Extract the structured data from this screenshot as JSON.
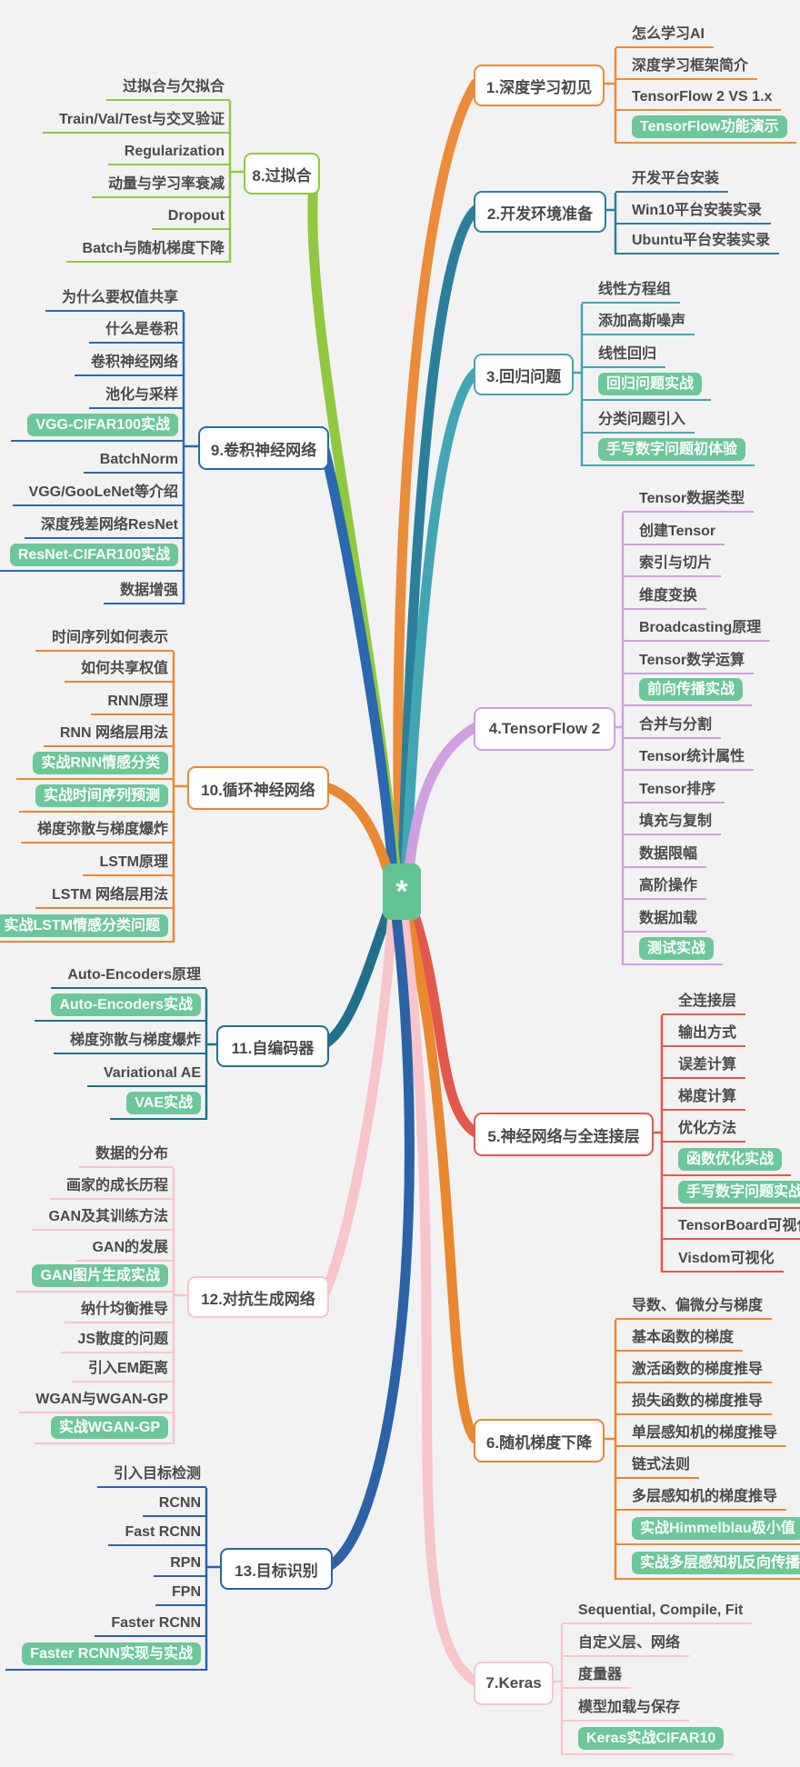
{
  "background_color": "#f2f2f2",
  "highlight_color": "#6cc79b",
  "text_color": "#4a4a4a",
  "center": {
    "label": "*",
    "color": "#62c392"
  },
  "branches": [
    {
      "label": "1.深度学习初见",
      "color": "#ea8c3a",
      "side": "right",
      "leaves": [
        {
          "label": "怎么学习AI"
        },
        {
          "label": "深度学习框架简介"
        },
        {
          "label": "TensorFlow 2 VS 1.x"
        },
        {
          "label": "TensorFlow功能演示",
          "highlight": true
        }
      ]
    },
    {
      "label": "2.开发环境准备",
      "color": "#2c7f9b",
      "side": "right",
      "leaves": [
        {
          "label": "开发平台安装"
        },
        {
          "label": "Win10平台安装实录"
        },
        {
          "label": "Ubuntu平台安装实录"
        }
      ]
    },
    {
      "label": "3.回归问题",
      "color": "#43a5b4",
      "side": "right",
      "leaves": [
        {
          "label": "线性方程组"
        },
        {
          "label": "添加高斯噪声"
        },
        {
          "label": "线性回归"
        },
        {
          "label": "回归问题实战",
          "highlight": true
        },
        {
          "label": "分类问题引入"
        },
        {
          "label": "手写数字问题初体验",
          "highlight": true
        }
      ]
    },
    {
      "label": "4.TensorFlow 2",
      "color": "#cfa0e0",
      "side": "right",
      "leaves": [
        {
          "label": "Tensor数据类型"
        },
        {
          "label": "创建Tensor"
        },
        {
          "label": "索引与切片"
        },
        {
          "label": "维度变换"
        },
        {
          "label": "Broadcasting原理"
        },
        {
          "label": "Tensor数学运算"
        },
        {
          "label": "前向传播实战",
          "highlight": true
        },
        {
          "label": "合并与分割"
        },
        {
          "label": "Tensor统计属性"
        },
        {
          "label": "Tensor排序"
        },
        {
          "label": "填充与复制"
        },
        {
          "label": "数据限幅"
        },
        {
          "label": "高阶操作"
        },
        {
          "label": "数据加载"
        },
        {
          "label": "测试实战",
          "highlight": true
        }
      ]
    },
    {
      "label": "5.神经网络与全连接层",
      "color": "#e2594c",
      "side": "right",
      "leaves": [
        {
          "label": "全连接层"
        },
        {
          "label": "输出方式"
        },
        {
          "label": "误差计算"
        },
        {
          "label": "梯度计算"
        },
        {
          "label": "优化方法"
        },
        {
          "label": "函数优化实战",
          "highlight": true
        },
        {
          "label": "手写数字问题实战",
          "highlight": true
        },
        {
          "label": "TensorBoard可视化"
        },
        {
          "label": "Visdom可视化"
        }
      ]
    },
    {
      "label": "6.随机梯度下降",
      "color": "#e9882f",
      "side": "right",
      "leaves": [
        {
          "label": "导数、偏微分与梯度"
        },
        {
          "label": "基本函数的梯度"
        },
        {
          "label": "激活函数的梯度推导"
        },
        {
          "label": "损失函数的梯度推导"
        },
        {
          "label": "单层感知机的梯度推导"
        },
        {
          "label": "链式法则"
        },
        {
          "label": "多层感知机的梯度推导"
        },
        {
          "label": "实战Himmelblau极小值",
          "highlight": true
        },
        {
          "label": "实战多层感知机反向传播",
          "highlight": true
        }
      ]
    },
    {
      "label": "7.Keras",
      "color": "#f7c5ca",
      "side": "right",
      "leaves": [
        {
          "label": "Sequential, Compile, Fit"
        },
        {
          "label": "自定义层、网络"
        },
        {
          "label": "度量器"
        },
        {
          "label": "模型加载与保存"
        },
        {
          "label": "Keras实战CIFAR10",
          "highlight": true
        }
      ]
    },
    {
      "label": "8.过拟合",
      "color": "#90c93f",
      "side": "left",
      "leaves": [
        {
          "label": "过拟合与欠拟合"
        },
        {
          "label": "Train/Val/Test与交叉验证"
        },
        {
          "label": "Regularization"
        },
        {
          "label": "动量与学习率衰减"
        },
        {
          "label": "Dropout"
        },
        {
          "label": "Batch与随机梯度下降"
        }
      ]
    },
    {
      "label": "9.卷积神经网络",
      "color": "#2a68af",
      "side": "left",
      "leaves": [
        {
          "label": "为什么要权值共享"
        },
        {
          "label": "什么是卷积"
        },
        {
          "label": "卷积神经网络"
        },
        {
          "label": "池化与采样"
        },
        {
          "label": "VGG-CIFAR100实战",
          "highlight": true
        },
        {
          "label": "BatchNorm"
        },
        {
          "label": "VGG/GooLeNet等介绍"
        },
        {
          "label": "深度残差网络ResNet"
        },
        {
          "label": "ResNet-CIFAR100实战",
          "highlight": true
        },
        {
          "label": "数据增强"
        }
      ]
    },
    {
      "label": "10.循环神经网络",
      "color": "#e9882f",
      "side": "left",
      "leaves": [
        {
          "label": "时间序列如何表示"
        },
        {
          "label": "如何共享权值"
        },
        {
          "label": "RNN原理"
        },
        {
          "label": "RNN 网络层用法"
        },
        {
          "label": "实战RNN情感分类",
          "highlight": true
        },
        {
          "label": "实战时间序列预测",
          "highlight": true
        },
        {
          "label": "梯度弥散与梯度爆炸"
        },
        {
          "label": "LSTM原理"
        },
        {
          "label": "LSTM 网络层用法"
        },
        {
          "label": "实战LSTM情感分类问题",
          "highlight": true
        }
      ]
    },
    {
      "label": "11.自编码器",
      "color": "#20708d",
      "side": "left",
      "leaves": [
        {
          "label": "Auto-Encoders原理"
        },
        {
          "label": "Auto-Encoders实战",
          "highlight": true
        },
        {
          "label": "梯度弥散与梯度爆炸"
        },
        {
          "label": "Variational AE"
        },
        {
          "label": "VAE实战",
          "highlight": true
        }
      ]
    },
    {
      "label": "12.对抗生成网络",
      "color": "#f7c5ca",
      "side": "left",
      "leaves": [
        {
          "label": "数据的分布"
        },
        {
          "label": "画家的成长历程"
        },
        {
          "label": "GAN及其训练方法"
        },
        {
          "label": "GAN的发展"
        },
        {
          "label": "GAN图片生成实战",
          "highlight": true
        },
        {
          "label": "纳什均衡推导"
        },
        {
          "label": "JS散度的问题"
        },
        {
          "label": "引入EM距离"
        },
        {
          "label": "WGAN与WGAN-GP"
        },
        {
          "label": "实战WGAN-GP",
          "highlight": true
        }
      ]
    },
    {
      "label": "13.目标识别",
      "color": "#2c62a6",
      "side": "left",
      "leaves": [
        {
          "label": "引入目标检测"
        },
        {
          "label": "RCNN"
        },
        {
          "label": "Fast RCNN"
        },
        {
          "label": "RPN"
        },
        {
          "label": "FPN"
        },
        {
          "label": "Faster RCNN"
        },
        {
          "label": "Faster RCNN实现与实战",
          "highlight": true
        }
      ]
    }
  ]
}
